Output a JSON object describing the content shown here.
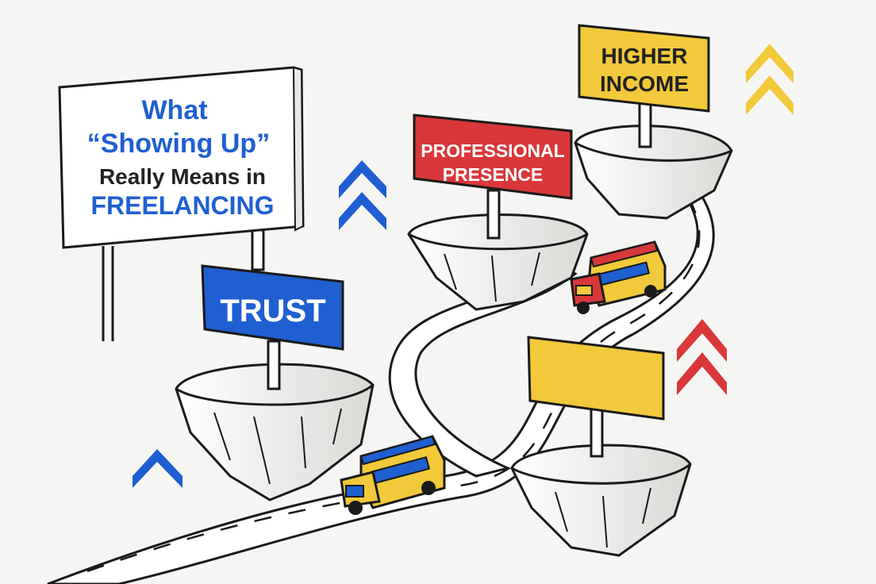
{
  "title_sign": {
    "line1": "What",
    "line2": "“Showing Up”",
    "line3": "Really Means in",
    "line4": "FREELANCING"
  },
  "milestones": {
    "trust": "TRUST",
    "presence_line1": "PROFESSIONAL",
    "presence_line2": "PRESENCE",
    "income_line1": "HIGHER",
    "income_line2": "INCOME",
    "blank_sign": ""
  },
  "colors": {
    "blue": "#1f5fd1",
    "red": "#d9383a",
    "yellow": "#f2c93a",
    "dark": "#222222",
    "rock": "#ffffff",
    "road": "#ffffff"
  },
  "icons": [
    "chevron-up-icon",
    "jeepney-icon",
    "floating-rock-icon",
    "signpost-icon"
  ]
}
